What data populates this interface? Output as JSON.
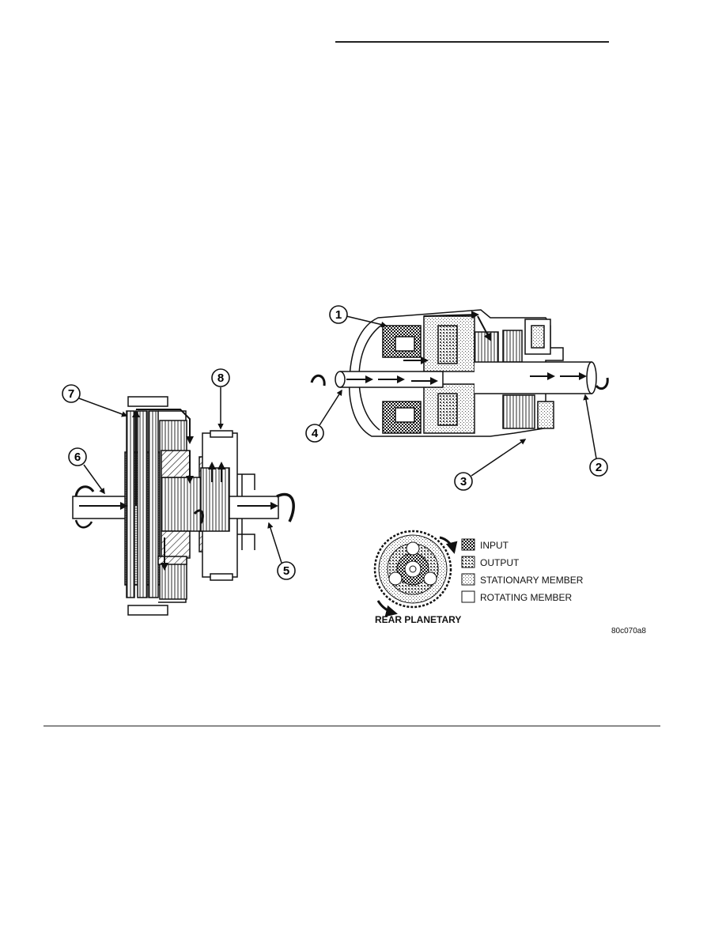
{
  "figure": {
    "callouts": [
      "1",
      "2",
      "3",
      "4",
      "5",
      "6",
      "7",
      "8"
    ],
    "legend": {
      "items": [
        {
          "label": "INPUT",
          "pattern": "dense"
        },
        {
          "label": "OUTPUT",
          "pattern": "medium"
        },
        {
          "label": "STATIONARY MEMBER",
          "pattern": "light"
        },
        {
          "label": "ROTATING MEMBER",
          "pattern": "none"
        }
      ],
      "caption": "REAR PLANETARY"
    },
    "figure_code": "80c070a8"
  }
}
